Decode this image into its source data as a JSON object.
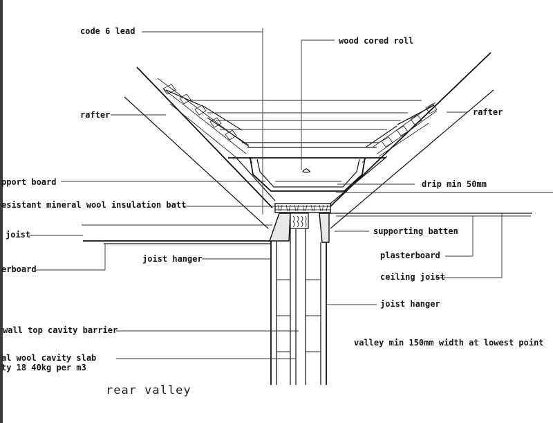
{
  "labels": {
    "code6lead": "code 6 lead",
    "woodCoredRoll": "wood cored roll",
    "rafterLeft": "rafter",
    "rafterRight": "rafter",
    "supportBoard": "pport board",
    "insulationBatt": "esistant mineral wool insulation batt",
    "dripMin": "drip min 50mm",
    "joist": "joist",
    "supportingBatten": "supporting batten",
    "joistHangerLeft": "joist hanger",
    "plasterboardLeft": "erboard",
    "plasterboardRight": "plasterboard",
    "ceilingJoist": "ceiling joist",
    "joistHangerRight": "joist hanger",
    "wallTopCavityBarrier": "wall top cavity barrier",
    "valleyWidth": "valley min 150mm width at lowest point",
    "cavitySlab1": "al wool cavity slab",
    "cavitySlab2": "ty 18 40kg per m3"
  },
  "title": "rear valley"
}
